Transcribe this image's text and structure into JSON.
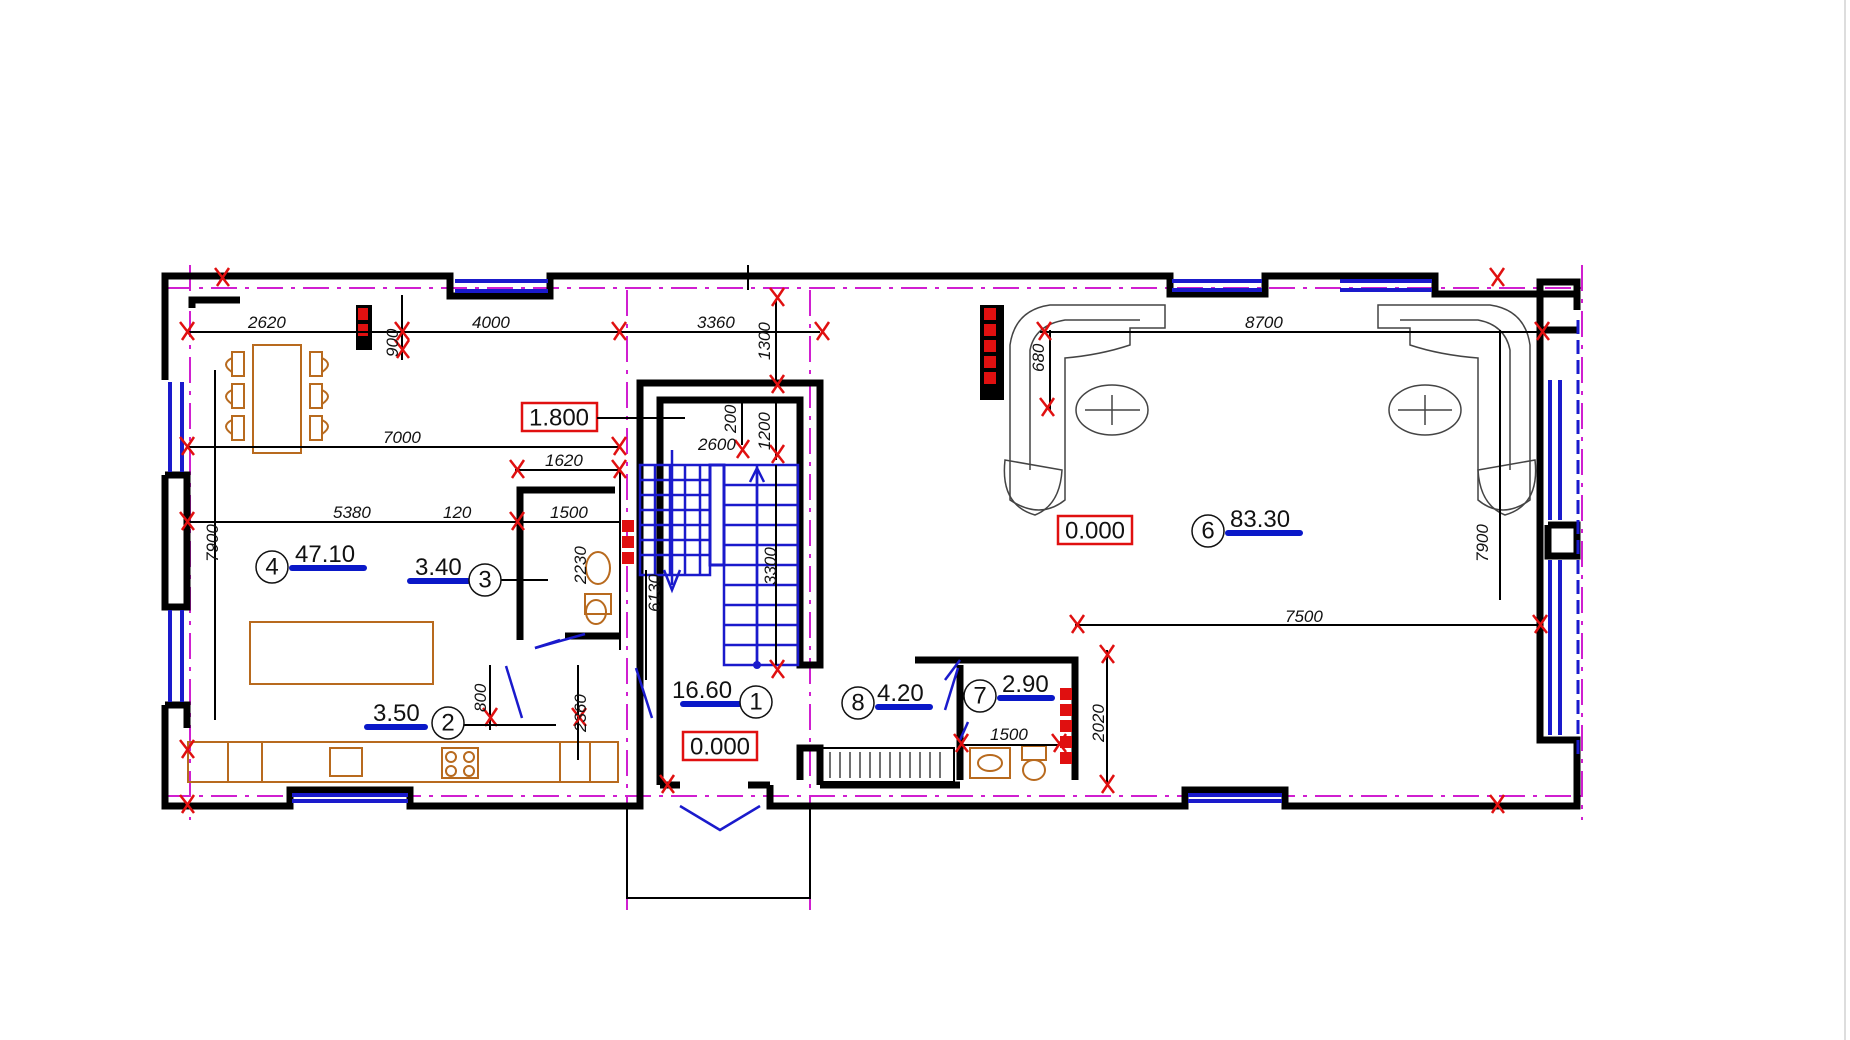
{
  "dimensions": {
    "d2620": "2620",
    "d4000": "4000",
    "d3360": "3360",
    "d8700": "8700",
    "d900": "900",
    "d1300": "1300",
    "d200": "200",
    "d1200": "1200",
    "d2600": "2600",
    "d7000": "7000",
    "d1620": "1620",
    "d5380": "5380",
    "d120": "120",
    "d1500a": "1500",
    "d2230": "2230",
    "d7900a": "7900",
    "d7900b": "7900",
    "d3300": "3300",
    "d6130": "6130",
    "d800": "800",
    "d2360": "2360",
    "d7500": "7500",
    "d2020": "2020",
    "d1500b": "1500",
    "d680": "680"
  },
  "levels": {
    "top": "1.800",
    "hall": "0.000",
    "living": "0.000"
  },
  "rooms": [
    {
      "num": "1",
      "area": "16.60"
    },
    {
      "num": "2",
      "area": "3.50"
    },
    {
      "num": "3",
      "area": "3.40"
    },
    {
      "num": "4",
      "area": "47.10"
    },
    {
      "num": "6",
      "area": "83.30"
    },
    {
      "num": "7",
      "area": "2.90"
    },
    {
      "num": "8",
      "area": "4.20"
    }
  ],
  "colors": {
    "walls": "#000000",
    "axis": "#d01fd0",
    "windows": "#1a1acc",
    "markers": "#e01010",
    "furniture": "#b86a1e"
  }
}
